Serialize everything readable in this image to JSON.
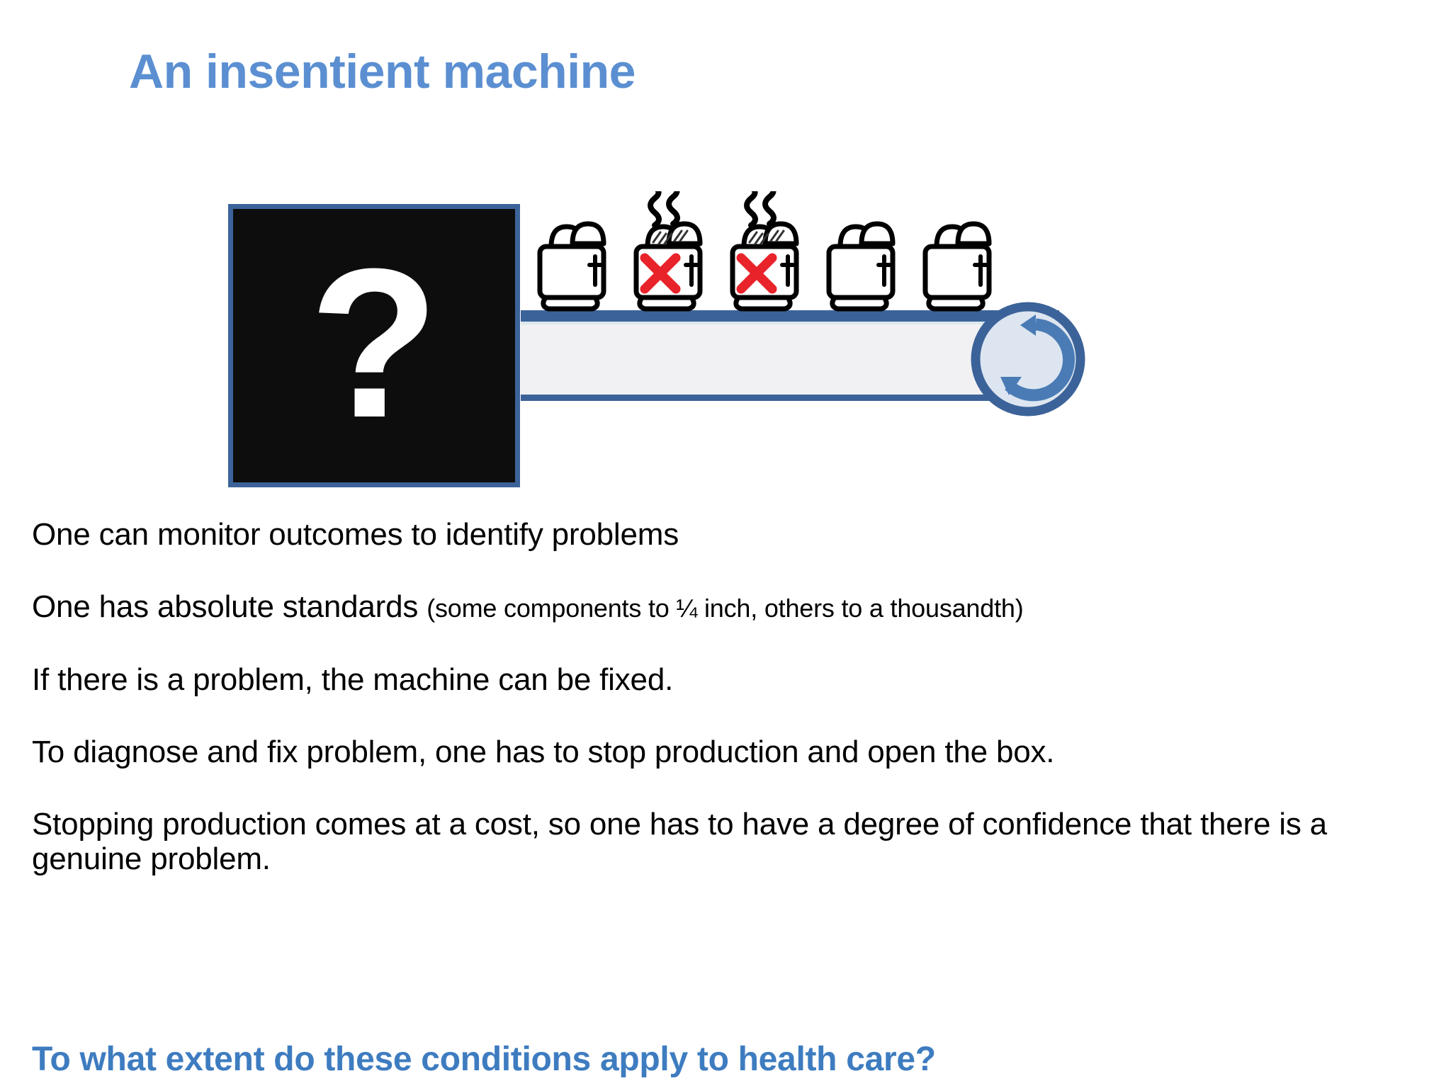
{
  "slide": {
    "title": "An insentient machine",
    "background_color": "#ffffff"
  },
  "illustration": {
    "name": "black-box-production-line",
    "black_box": {
      "symbol": "?",
      "fill_color": "#0d0d0d",
      "border_color": "#3C6399",
      "symbol_color": "#ffffff"
    },
    "conveyor_belt": {
      "belt_color": "#F1F1F3",
      "frame_color": "#3C6399"
    },
    "roller": {
      "ring_color": "#3C6399",
      "fill_color": "#DDE5F0",
      "arrow_color": "#4A7BB5",
      "arrow_direction": "clockwise"
    },
    "defect_marker_color": "#E8232A",
    "toasters": [
      {
        "index": 1,
        "defective": false,
        "smoking": false
      },
      {
        "index": 2,
        "defective": true,
        "smoking": true
      },
      {
        "index": 3,
        "defective": true,
        "smoking": true
      },
      {
        "index": 4,
        "defective": false,
        "smoking": false
      },
      {
        "index": 5,
        "defective": false,
        "smoking": false
      }
    ]
  },
  "body": {
    "paragraphs": [
      {
        "text": "One can monitor outcomes to identify problems"
      },
      {
        "lead": "One has absolute standards ",
        "note": "(some components to ¼ inch, others to a thousandth)"
      },
      {
        "text": "If there is a problem, the machine can be fixed."
      },
      {
        "text": "To diagnose and fix problem, one has to stop production and open the box."
      },
      {
        "text": "Stopping production comes at a cost, so one has to have a degree of confidence that there is a genuine problem."
      }
    ]
  },
  "closing": {
    "text": "To what extent do these conditions apply to health care?",
    "color": "#3E7CC0"
  }
}
